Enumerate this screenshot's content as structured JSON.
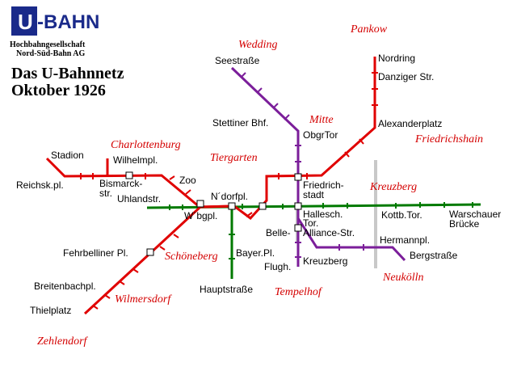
{
  "logo": {
    "u_letter": "U",
    "bahn_text": "-BAHN",
    "company_line1": "Hochbahngesellschaft",
    "company_line2": "Nord-Süd-Bahn AG"
  },
  "title": {
    "line1": "Das U-Bahnnetz",
    "line2": "Oktober 1926"
  },
  "colors": {
    "red_line": "#e00000",
    "purple_line": "#7b1e9a",
    "green_line": "#007a00",
    "grey_line": "#c8c8c8",
    "district_label": "#d40000",
    "logo_blue": "#1a2a8a"
  },
  "districts": {
    "wedding": "Wedding",
    "pankow": "Pankow",
    "mitte": "Mitte",
    "friedrichshain": "Friedrichshain",
    "charlottenburg": "Charlottenburg",
    "tiergarten": "Tiergarten",
    "kreuzberg": "Kreuzberg",
    "schoeneberg": "Schöneberg",
    "wilmersdorf": "Wilmersdorf",
    "tempelhof": "Tempelhof",
    "neukoelln": "Neukölln",
    "zehlendorf": "Zehlendorf"
  },
  "stations": {
    "seestrasse": "Seestraße",
    "nordring": "Nordring",
    "danziger": "Danziger Str.",
    "stettiner": "Stettiner Bhf.",
    "obgrtor": "ObgrTor",
    "alexanderplatz": "Alexanderplatz",
    "stadion": "Stadion",
    "wilhelmpl": "Wilhelmpl.",
    "reichskpl": "Reichsk.pl.",
    "bismarck_1": "Bismarck-",
    "bismarck_2": "str.",
    "zoo": "Zoo",
    "uhlandstr": "Uhlandstr.",
    "ndorfpl": "N´dorfpl.",
    "wbgpl": "W´bgpl.",
    "friedrich_1": "Friedrich-",
    "friedrich_2": "stadt",
    "hallesch_1": "Hallesch.",
    "hallesch_2": "Tor.",
    "kottbtor": "Kottb.Tor.",
    "warschauer_1": "Warschauer",
    "warschauer_2": "Brücke",
    "belle": "Belle-",
    "alliance": "Alliance-Str.",
    "hermannpl": "Hermannpl.",
    "bergstrasse": "Bergstraße",
    "kreuzberg_st": "Kreuzberg",
    "fehrbelliner": "Fehrbelliner Pl.",
    "bayerpl": "Bayer.Pl.",
    "flugh": "Flugh.",
    "breitenbachpl": "Breitenbachpl.",
    "hauptstrasse": "Hauptstraße",
    "thielplatz": "Thielplatz"
  }
}
